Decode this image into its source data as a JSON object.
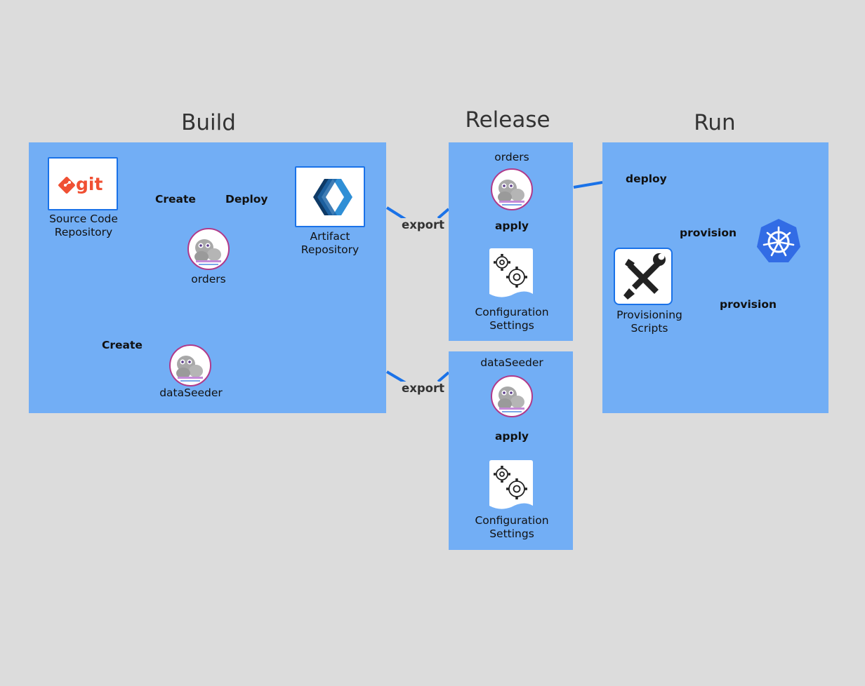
{
  "titles": {
    "build": "Build",
    "release": "Release",
    "run": "Run"
  },
  "build": {
    "git_logo_text": "git",
    "source_repo": [
      "Source Code",
      "Repository"
    ],
    "create_1": "Create",
    "deploy": "Deploy",
    "artifact_repo": [
      "Artifact",
      "Repository"
    ],
    "orders": "orders",
    "create_2": "Create",
    "data_seeder": "dataSeeder"
  },
  "connectors": {
    "export_1": "export",
    "export_2": "export"
  },
  "release": {
    "top": {
      "name": "orders",
      "apply": "apply",
      "config": [
        "Configuration",
        "Settings"
      ]
    },
    "bottom": {
      "name": "dataSeeder",
      "apply": "apply",
      "config": [
        "Configuration",
        "Settings"
      ]
    }
  },
  "run": {
    "deploy": "deploy",
    "provision_1": "provision",
    "provision_2": "provision",
    "scripts": [
      "Provisioning",
      "Scripts"
    ]
  },
  "colors": {
    "background": "#dcdcdc",
    "panel": "#72aef5",
    "connector": "#1a72e8",
    "git": "#f05033",
    "kubernetes": "#326ce5",
    "seal_border": "#b03a8a"
  },
  "icons": {
    "git": "git-logo-icon",
    "artifact": "artifact-repository-icon",
    "image": "seal-image-icon",
    "config": "gears-document-icon",
    "tools": "wrench-screwdriver-icon",
    "kubernetes": "kubernetes-wheel-icon"
  }
}
